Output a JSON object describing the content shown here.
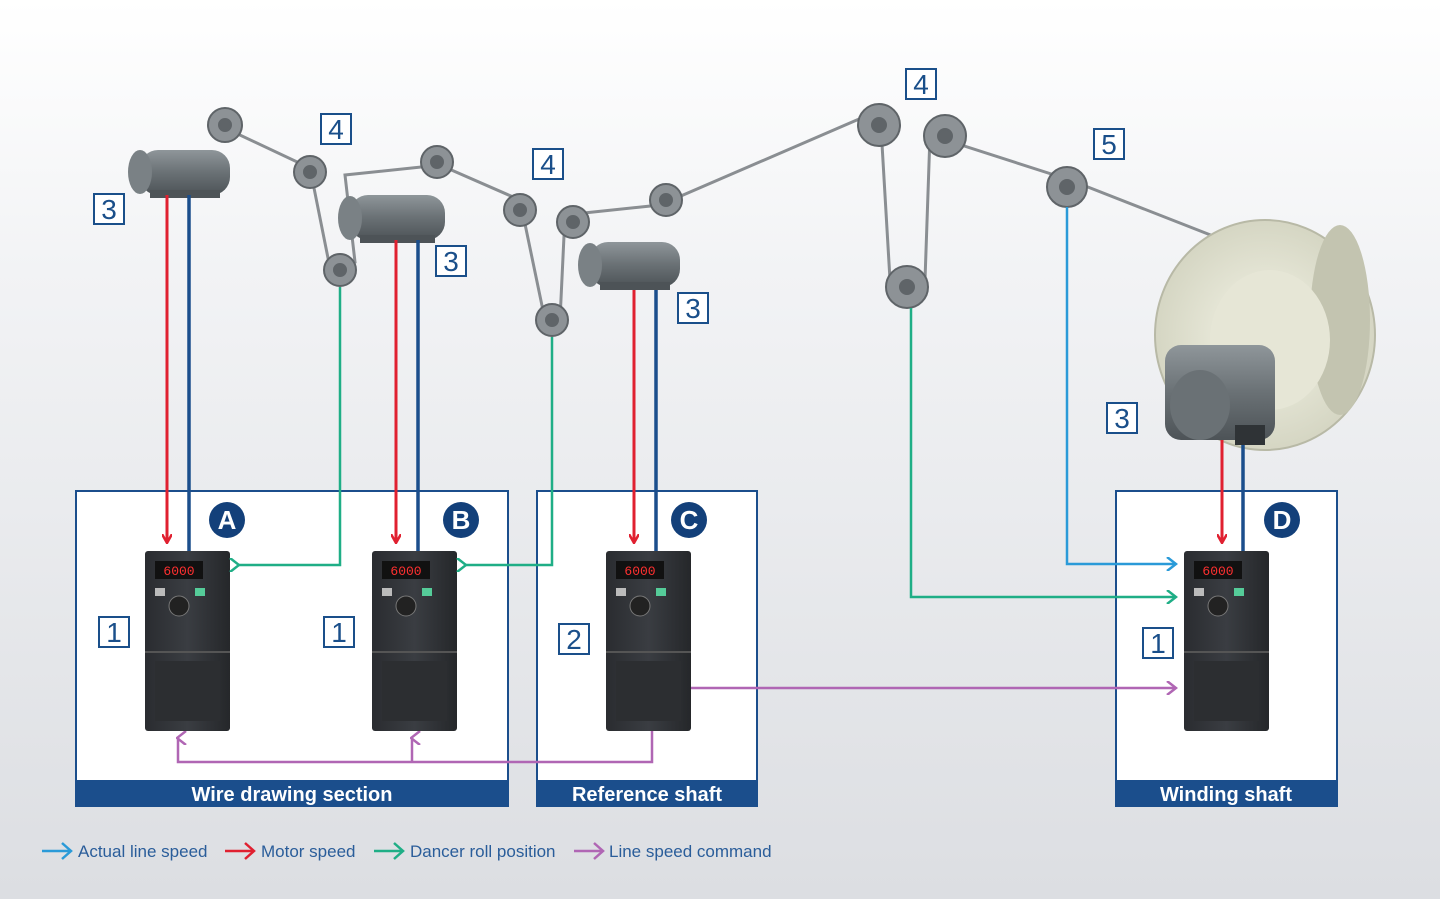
{
  "sections": {
    "wire_drawing": "Wire drawing section",
    "reference_shaft": "Reference shaft",
    "winding_shaft": "Winding shaft"
  },
  "badges": {
    "a": "A",
    "b": "B",
    "c": "C",
    "d": "D"
  },
  "numbers": {
    "inv_a": "1",
    "inv_b": "1",
    "inv_c": "2",
    "inv_d": "1",
    "motor_1": "3",
    "motor_2": "3",
    "motor_3": "3",
    "motor_4": "3",
    "dancer_1": "4",
    "dancer_2": "4",
    "dancer_3": "4",
    "sensor": "5"
  },
  "display_value": "6000",
  "legend": {
    "actual_line_speed": "Actual line speed",
    "motor_speed": "Motor speed",
    "dancer_roll_position": "Dancer roll position",
    "line_speed_command": "Line speed command"
  },
  "colors": {
    "actual_line_speed": "#2a9ad8",
    "motor_speed": "#e02030",
    "dancer_roll_position": "#1fae86",
    "line_speed_command": "#b066b4",
    "feedback": "#1b4e8c",
    "section_bar": "#1b4e8c",
    "badge": "#13407a"
  }
}
